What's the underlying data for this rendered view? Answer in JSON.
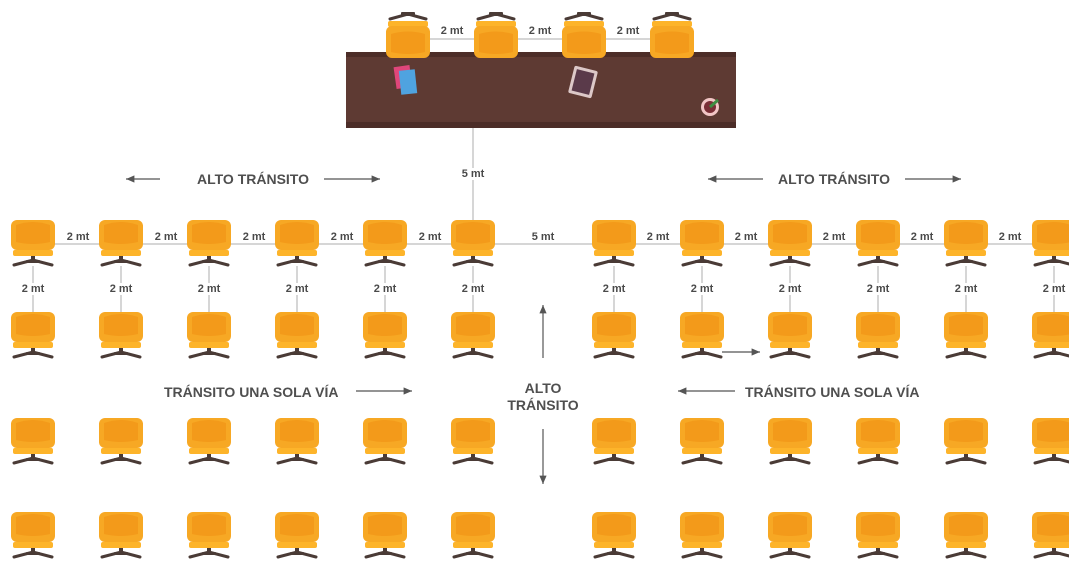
{
  "measurements": {
    "front_gap": "2 mt",
    "desk_to_rows": "5 mt",
    "aisle_gap": "5 mt",
    "row_gap": "2 mt",
    "column_gap": "2 mt"
  },
  "labels": {
    "high_traffic_left": "ALTO TRÁNSITO",
    "high_traffic_right": "ALTO TRÁNSITO",
    "high_traffic_center_line1": "ALTO",
    "high_traffic_center_line2": "TRÁNSITO",
    "one_way_left": "TRÁNSITO UNA SOLA VÍA",
    "one_way_right": "TRÁNSITO UNA SOLA VÍA"
  },
  "layout": {
    "front_chairs": 4,
    "student_rows": 4,
    "left_columns": 6,
    "right_columns": 6
  },
  "colors": {
    "chair_seat": "#F7A824",
    "chair_back": "#FDB42A",
    "chair_base": "#4A3B36",
    "desk": "#5E3A33",
    "line": "#C8C8C8",
    "arrow": "#555555",
    "text": "#4A4A4A"
  },
  "icons": [
    "chair-icon",
    "books-icon",
    "tablet-icon",
    "plant-cup-icon",
    "arrow-icon"
  ]
}
